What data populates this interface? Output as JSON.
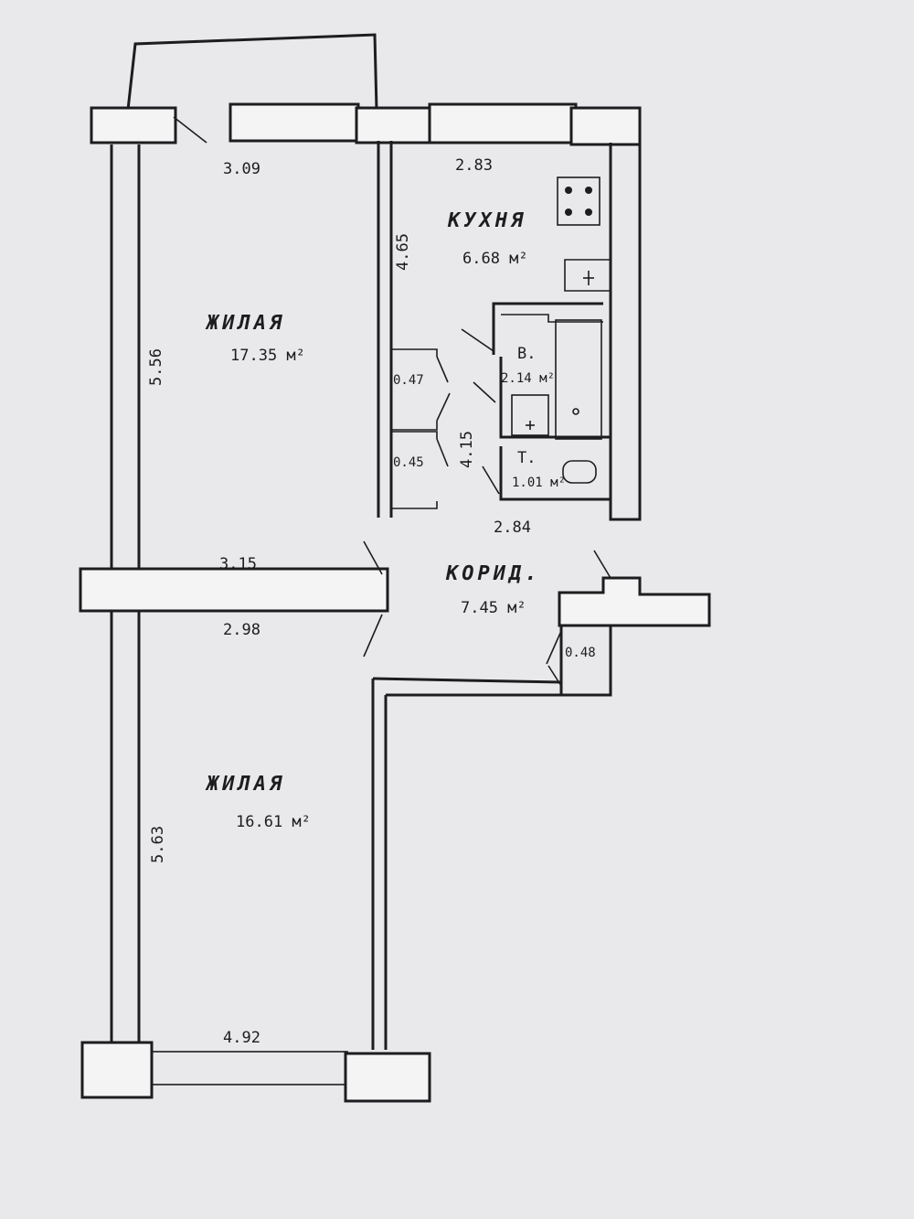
{
  "rooms": {
    "living_top": {
      "name": "ЖИЛАЯ",
      "area": "17.35 м²"
    },
    "living_bottom": {
      "name": "ЖИЛАЯ",
      "area": "16.61 м²"
    },
    "kitchen": {
      "name": "КУХНЯ",
      "area": "6.68 м²"
    },
    "bath": {
      "name": "В.",
      "area": "2.14 м²"
    },
    "toilet": {
      "name": "Т.",
      "area": "1.01 м²"
    },
    "corridor": {
      "name": "КОРИД.",
      "area": "7.45 м²"
    },
    "closet_1": {
      "area": "0.47"
    },
    "closet_2": {
      "area": "0.45"
    },
    "closet_3": {
      "area": "0.48"
    }
  },
  "dimensions": {
    "top_left_width": "3.09",
    "kitchen_width": "2.83",
    "kitchen_depth": "4.65",
    "left_upper_height": "5.56",
    "hall_length": "4.15",
    "bath_block_width": "2.84",
    "mid_wall_top": "3.15",
    "mid_wall_bottom": "2.98",
    "left_lower_height": "5.63",
    "bottom_width": "4.92"
  }
}
